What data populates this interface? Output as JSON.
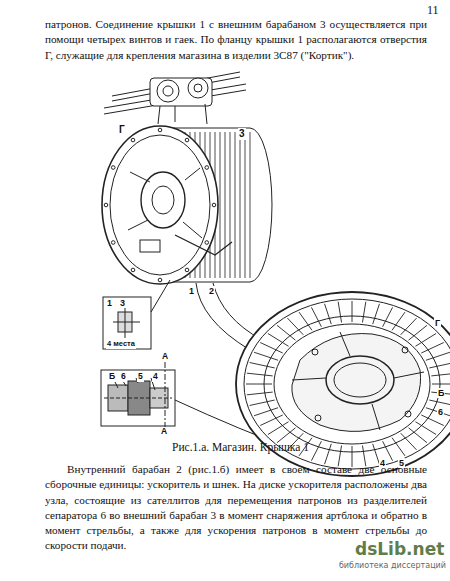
{
  "diagram": {
    "caption": "Рис.1.а. Магазин. Крышка 1",
    "labels": [
      "11",
      "патронов. Соединение крышки 1 с внешним барабаном 3 осуществляется при помощи четырех винтов и гаек. По фланцу крышки 1 располагаются отверстия Г, служащие для крепления магазина в изделии 3С87 (\"Кортик\").",
      "3",
      "Г",
      "1",
      "2",
      "1",
      "3",
      "4 места",
      "Б",
      "6",
      "5",
      "4",
      "А",
      "А",
      "Г",
      "Б",
      "6",
      "4",
      "5",
      "Внутренний барабан 2 (рис.1.б) имеет в своем составе две основные сборочные единицы: ускоритель и шнек. На диске ускорителя расположены два узла, состоящие из сателлитов для перемещения патронов из разделителей сепаратора 6 во внешний барабан 3 в момент снаряжения артблока и обратно в момент стрельбы, а также для ускорения патронов в момент стрельбы до скорости подачи.",
      "dsLib.net",
      "библиотека диссертаций"
    ]
  }
}
